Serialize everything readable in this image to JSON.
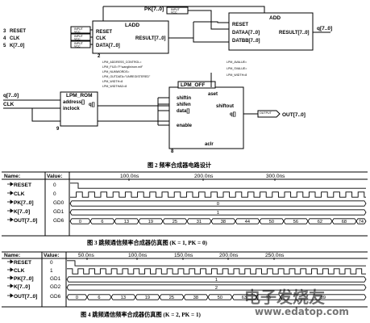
{
  "schematic": {
    "ladd": {
      "title": "LADD",
      "ports_in": [
        "RESET",
        "CLK",
        "DATA[7..0]"
      ],
      "port_out": "RESULT[7..0]",
      "index": "2"
    },
    "add": {
      "title": "ADD",
      "ports_in": [
        "RESET",
        "DATAA[7..0]",
        "DATBB[7..0]"
      ],
      "port_out": "RESULT[7..0]"
    },
    "rom": {
      "title": "LPM_ROM",
      "ports_in": [
        "address[]",
        "inclock"
      ],
      "port_out": "q[]",
      "index": "9"
    },
    "shift": {
      "title": "LPM_OFF",
      "ports_in": [
        "shiftin",
        "shifen",
        "data[]",
        "enable"
      ],
      "port_out_label": "shiftout",
      "port_out": "q[]",
      "aset": "aset",
      "aclr": "aclr",
      "index": "8"
    },
    "pins": [
      {
        "num": "3",
        "name": "RESET"
      },
      {
        "num": "4",
        "name": "CLK"
      },
      {
        "num": "5",
        "name": "K[7..0]"
      }
    ],
    "pin_tag": "INPUT",
    "vcc": "VCC",
    "output_tag": "OUTPUT",
    "pk_label": "PK[7..0]",
    "q_label_top": "q[7..0]",
    "q_label_left": "q[7..0]",
    "clk_label": "CLK",
    "out_label": "OUT[7..0]",
    "rom_params": [
      "LPM_ADDRESS_CONTROL=",
      "LPM_FILE=\"F:\\sanglin\\rom.mif\"",
      "LPM_NUMWORDS=",
      "LPM_OUTDATA=\"UNREGISTERED\"",
      "LPM_WIDTH=8",
      "LPM_WIDTHAD=8"
    ],
    "shift_params": [
      "LPM_AVALUE=",
      "LPM_SVALUE=",
      "LPM_WIDTH=8"
    ]
  },
  "captions": {
    "fig2": "图 2   频率合成器电路设计",
    "fig3": "图 3   跳频通信频率合成器仿真图 (K = 1, PK = 0)",
    "fig4": "图 4   跳频通信频率合成器仿真图 (K = 2, PK = 1)"
  },
  "sim1": {
    "header": {
      "name": "Name:",
      "value": "Value:"
    },
    "ticks": [
      "100.0ns",
      "200.0ns",
      "300.0ns"
    ],
    "signals": [
      {
        "name": "RESET",
        "value": "0"
      },
      {
        "name": "CLK",
        "value": "0"
      },
      {
        "name": "PK[7..0]",
        "value": "GD0"
      },
      {
        "name": "K[7..0]",
        "value": "GD1"
      },
      {
        "name": "OUT[7..0]",
        "value": "GD6"
      }
    ],
    "pk_bus": [
      "0"
    ],
    "k_bus": [
      "1"
    ],
    "out_bus": [
      "0",
      "6",
      "13",
      "19",
      "25",
      "31",
      "38",
      "44",
      "50",
      "56",
      "62",
      "68",
      "74"
    ]
  },
  "sim2": {
    "header": {
      "name": "Name:",
      "value": "Value:"
    },
    "ticks": [
      "50.0ns",
      "100.0ns",
      "150.0ns",
      "200.0ns",
      "250.0ns"
    ],
    "signals": [
      {
        "name": "RESET",
        "value": "0"
      },
      {
        "name": "CLK",
        "value": "1"
      },
      {
        "name": "PK[7..0]",
        "value": "GD1"
      },
      {
        "name": "K[7..0]",
        "value": "GD2"
      },
      {
        "name": "OUT[7..0]",
        "value": "GD6"
      }
    ],
    "pk_bus": [
      "1"
    ],
    "k_bus": [
      "2"
    ],
    "out_bus": [
      "0",
      "6",
      "13",
      "19",
      "25",
      "38",
      "50",
      "63",
      "76",
      "89"
    ]
  },
  "watermark": {
    "cn": "电子发烧友",
    "url": "www.edatop.com"
  }
}
